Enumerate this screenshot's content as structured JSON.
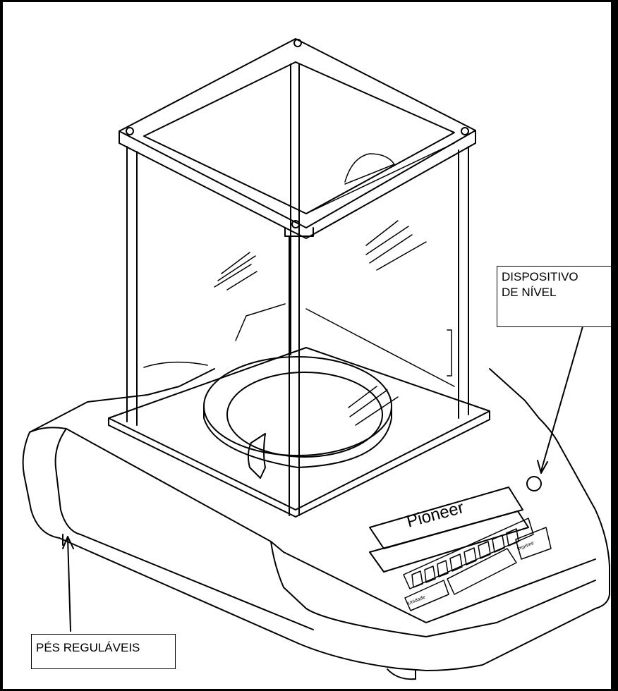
{
  "labels": {
    "leveling_device": [
      "DISPOSITIVO",
      "DE NÍVEL"
    ],
    "adjustable_feet": "PÉS REGULÁVEIS"
  },
  "display": {
    "brand": "Pioneer"
  },
  "keypad": {
    "keys": [
      "",
      "",
      "",
      "",
      "",
      "",
      "",
      ""
    ],
    "units_key": "Unidade",
    "print_key": "Imprimir"
  }
}
